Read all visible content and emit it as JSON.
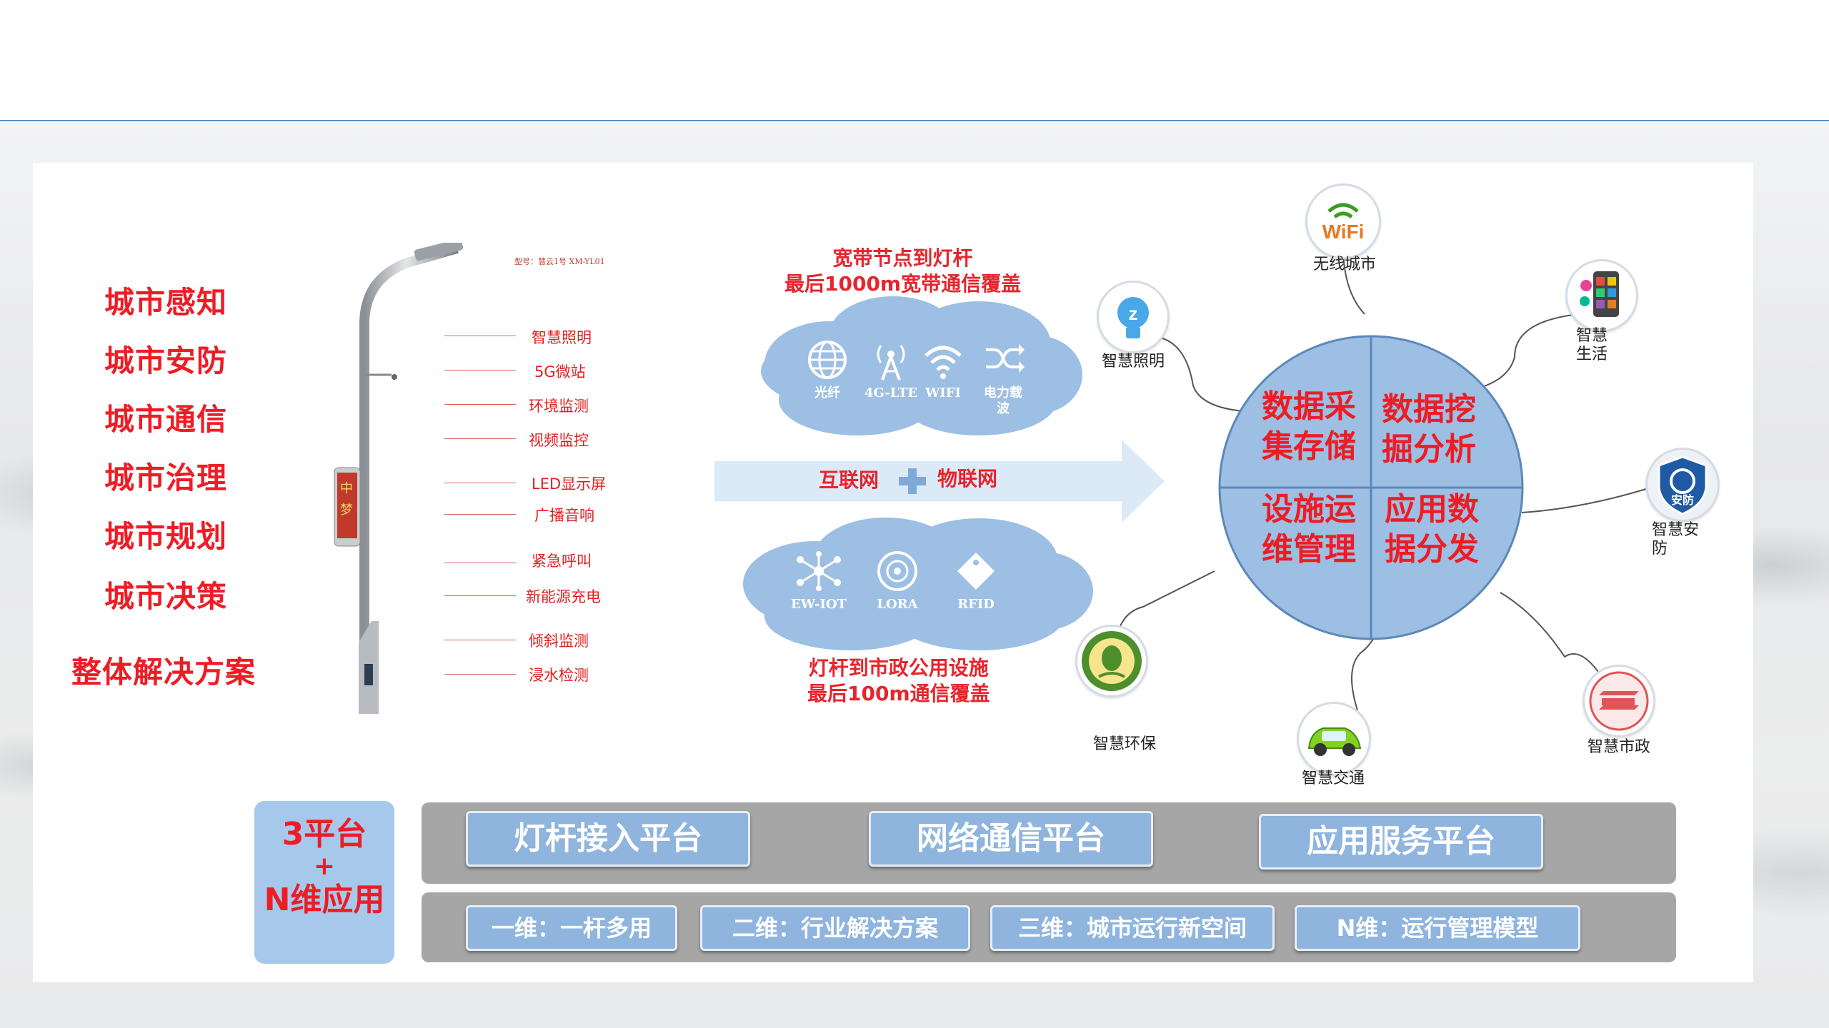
{
  "left_list": [
    "城市感知",
    "城市安防",
    "城市通信",
    "城市治理",
    "城市规划",
    "城市决策",
    "整体解决方案"
  ],
  "pole": {
    "model": "型号：慧云1号 XM-YL01",
    "labels": [
      "智慧照明",
      "5G微站",
      "环境监测",
      "视频监控",
      "LED显示屏",
      "广播音响",
      "紧急呼叫",
      "新能源充电",
      "倾斜监测",
      "浸水检测"
    ]
  },
  "top_cloud": {
    "title_line1": "宽带节点到灯杆",
    "title_line2": "最后1000m宽带通信覆盖",
    "icons": [
      {
        "icon": "globe-icon",
        "label": "光纤"
      },
      {
        "icon": "antenna-icon",
        "label": "4G-LTE"
      },
      {
        "icon": "wifi-icon",
        "label": "WIFI"
      },
      {
        "icon": "shuffle-icon",
        "label": "电力载波"
      }
    ]
  },
  "arrow": {
    "left": "互联网",
    "right": "物联网"
  },
  "bottom_cloud": {
    "title_line1": "灯杆到市政公用设施",
    "title_line2": "最后100m通信覆盖",
    "icons": [
      {
        "icon": "network-icon",
        "label": "EW-IOT"
      },
      {
        "icon": "disc-icon",
        "label": "LORA"
      },
      {
        "icon": "tag-icon",
        "label": "RFID"
      }
    ]
  },
  "center_circle": {
    "tl": "数据采集存储",
    "tr": "数据挖掘分析",
    "bl": "设施运维管理",
    "br": "应用数据分发"
  },
  "apps": {
    "wifi": "无线城市",
    "lighting": "智慧照明",
    "life": "智慧生活",
    "security": "智慧安防",
    "municipal": "智慧市政",
    "traffic": "智慧交通",
    "environment": "智慧环保"
  },
  "app_icon_text": {
    "wifi_logo": "WiFi",
    "security_badge": "安防"
  },
  "bottom": {
    "left_box": {
      "line1": "3平台",
      "line2": "+",
      "line3": "N维应用"
    },
    "platforms": [
      "灯杆接入平台",
      "网络通信平台",
      "应用服务平台"
    ],
    "dimensions": [
      "一维：一杆多用",
      "二维：行业解决方案",
      "三维：城市运行新空间",
      "N维：运行管理模型"
    ]
  },
  "colors": {
    "red": "#ee1c25",
    "blue_fill": "#9dbfe3",
    "button_blue": "#8fb4de",
    "gray_bar": "#a6a6a6"
  }
}
